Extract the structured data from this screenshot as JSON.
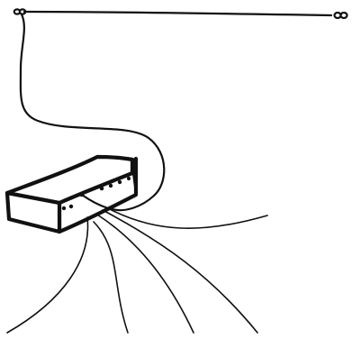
{
  "diagram": {
    "ink_color": "#111111",
    "background_color": "#ffffff",
    "elements": [
      "antenna-wire",
      "left-insulator-icon",
      "right-insulator-icon",
      "lead-in-cable",
      "radio-box-icon",
      "output-wires"
    ]
  }
}
